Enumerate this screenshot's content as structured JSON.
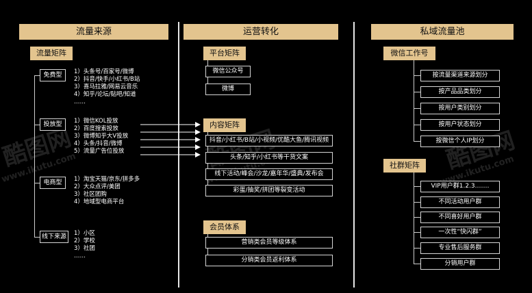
{
  "col1": {
    "header": "流量来源",
    "sub": "流量矩阵",
    "groups": [
      {
        "label": "免费型",
        "items": [
          "1）头条号/百家号/微博",
          "2）抖音/快手/小红书/B站",
          "3）喜马拉雅/网易云音乐",
          "4）知乎/论坛/贴吧/知道",
          "……"
        ]
      },
      {
        "label": "投放型",
        "items": [
          "1）微信KOL投放",
          "2）百度搜索投放",
          "3）微博知乎大V投放",
          "4）头条/抖音/微博",
          "5）流量广告位投放"
        ]
      },
      {
        "label": "电商型",
        "items": [
          "1）淘宝天猫/京东/拼多多",
          "2）大众点评/美团",
          "3）社区团购",
          "4）地域型电商平台"
        ]
      },
      {
        "label": "线下来源",
        "items": [
          "1）小区",
          "2）学校",
          "3）社团",
          "……"
        ]
      }
    ]
  },
  "col2": {
    "header": "运营转化",
    "sections": [
      {
        "title": "平台矩阵",
        "items": [
          "微信公众号",
          "微博"
        ]
      },
      {
        "title": "内容矩阵",
        "items": [
          "抖音/小红书/B站/小视频/优酷大鱼/腾讯视频",
          "头条/知乎/小红书等干货文案",
          "线下活动/峰会/沙龙/嘉年华/盛典/发布会",
          "彩蛋/抽奖/拼团等裂变活动"
        ]
      },
      {
        "title": "会员体系",
        "items": [
          "营销类会员等级体系",
          "分销类会员返利体系"
        ]
      }
    ]
  },
  "col3": {
    "header": "私域流量池",
    "sections": [
      {
        "title": "微信工作号",
        "items": [
          "按流量渠道来源划分",
          "按产品品类划分",
          "按用户类别划分",
          "按用户状态划分",
          "按微信个人IP划分"
        ]
      },
      {
        "title": "社群矩阵",
        "items": [
          "VIP用户群1.2.3.……",
          "不同活动用户群",
          "不同喜好用户群",
          "一次性“快闪群”",
          "专业售后服务群",
          "分销用户群"
        ]
      }
    ]
  },
  "watermark": {
    "logo": "酷图网",
    "url": "www.ikutu.com"
  }
}
